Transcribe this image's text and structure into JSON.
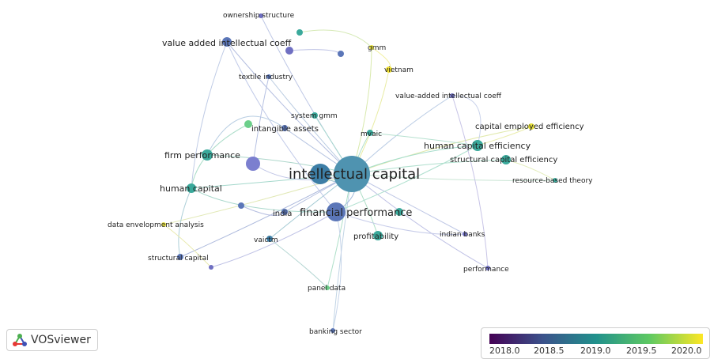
{
  "diagram": {
    "labels": {
      "ownership_structure": "ownership structure",
      "value_added_ic_coeff": "value added intellectual coeff",
      "gmm": "gmm",
      "vietnam": "vietnam",
      "textile_industry": "textile industry",
      "value_added_hyphen_ic_coeff": "value-added intellectual coeff",
      "system_gmm": "system gmm",
      "intangible_assets": "intangible assets",
      "mvaic": "mvaic",
      "capital_employed_efficiency": "capital employed efficiency",
      "firm_performance": "firm performance",
      "human_capital_efficiency": "human capital efficiency",
      "structural_capital_efficiency": "structural capital efficiency",
      "intellectual_capital": "intellectual capital",
      "resource_based_theory": "resource-based theory",
      "human_capital": "human capital",
      "india": "india",
      "financial_performance": "financial performance",
      "data_envelopment_analysis": "data envelopment analysis",
      "profitability": "profitability",
      "indian_banks": "indian banks",
      "vaictm": "vaictm",
      "structural_capital": "structural capital",
      "performance": "performance",
      "panel_data": "panel data",
      "banking_sector": "banking sector"
    }
  },
  "colors": {
    "purple": "#6f6fc2",
    "blue": "#4f7fb0",
    "teal": "#3aa99b",
    "green": "#6ccf8a",
    "yellow": "#f0e030"
  },
  "branding": {
    "name": "VOSviewer",
    "icon": "vosviewer-logo-icon"
  },
  "legend": {
    "ticks": [
      "2018.0",
      "2018.5",
      "2019.0",
      "2019.5",
      "2020.0"
    ]
  }
}
